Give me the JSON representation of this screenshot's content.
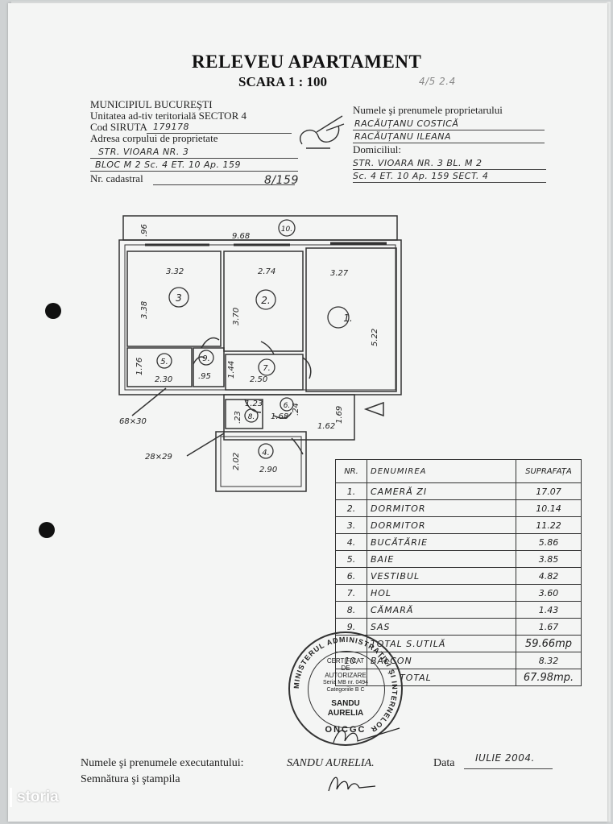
{
  "header": {
    "title": "RELEVEU APARTAMENT",
    "scale": "SCARA  1 : 100",
    "stamp_note": "4/5 2.4"
  },
  "municipality": {
    "name": "MUNICIPIUL BUCUREŞTI",
    "unit": "Unitatea ad-tiv teritorială SECTOR 4",
    "siruta_label": "Cod SIRUTA",
    "siruta_value": "179178",
    "address_label": "Adresa corpului de proprietate",
    "address_line1": "STR. VIOARA NR. 3",
    "address_line2": "BLOC M 2  Sc. 4  ET. 10  Ap. 159",
    "cadastral_label": "Nr. cadastral",
    "cadastral_value": "8/159"
  },
  "owner": {
    "label": "Numele şi prenumele proprietarului",
    "name1": "RACĂUȚANU  COSTICĂ",
    "name2": "RACĂUȚANU  ILEANA",
    "domicile_label": "Domiciliul:",
    "domicile_line1": "STR. VIOARA  NR. 3  BL. M 2",
    "domicile_line2": "Sc. 4  ET. 10  Ap. 159   SECT. 4"
  },
  "plan": {
    "dims": [
      "9.68",
      ".96",
      "3.32",
      "2.74",
      "3.27",
      "3.38",
      "3.70",
      "5.22",
      "1.76",
      "2.30",
      ".95",
      "1.44",
      "2.50",
      "1.23",
      ".23",
      "1.68",
      ".24",
      "1.69",
      "1.62",
      "2.02",
      "2.90"
    ],
    "rooms": [
      "1.",
      "2.",
      "3",
      "4.",
      "5.",
      "6.",
      "7.",
      "8.",
      "9.",
      "10."
    ],
    "annotations": [
      "68×30",
      "28×29"
    ]
  },
  "rooms_table": {
    "headers": [
      "NR.",
      "DENUMIREA",
      "SUPRAFAȚA"
    ],
    "rows": [
      [
        "1.",
        "CAMERĂ  ZI",
        "17.07"
      ],
      [
        "2.",
        "DORMITOR",
        "10.14"
      ],
      [
        "3.",
        "DORMITOR",
        "11.22"
      ],
      [
        "4.",
        "BUCĂTĂRIE",
        "5.86"
      ],
      [
        "5.",
        "BAIE",
        "3.85"
      ],
      [
        "6.",
        "VESTIBUL",
        "4.82"
      ],
      [
        "7.",
        "HOL",
        "3.60"
      ],
      [
        "8.",
        "CĂMARĂ",
        "1.43"
      ],
      [
        "9.",
        "SAS",
        "1.67"
      ]
    ],
    "total_util_label": "TOTAL  S.UTILĂ",
    "total_util_value": "59.66mp",
    "balcon_nr": "10.",
    "balcon_label": "BALCON",
    "balcon_value": "8.32",
    "total_label": "TOTAL",
    "total_value": "67.98mp."
  },
  "stamp": {
    "ring": "MINISTERUL ADMINISTRAŢIEI ŞI INTERNELOR",
    "line1": "CERTIFICAT",
    "line2": "DE",
    "line3": "AUTORIZARE",
    "line4": "Seria MB nr. 0494",
    "line5": "Categoriile B C",
    "name1": "SANDU",
    "name2": "AURELIA",
    "bottom": "ONCGC"
  },
  "footer": {
    "executor_label": "Numele şi prenumele executantului:",
    "executor_name": "SANDU AURELIA.",
    "date_label": "Data",
    "date_value": "IULIE 2004.",
    "signature_label": "Semnătura şi ştampila"
  },
  "watermark": "storia",
  "colors": {
    "paper": "#f4f5f4",
    "ink": "#222222",
    "brand": "#ffffff"
  }
}
